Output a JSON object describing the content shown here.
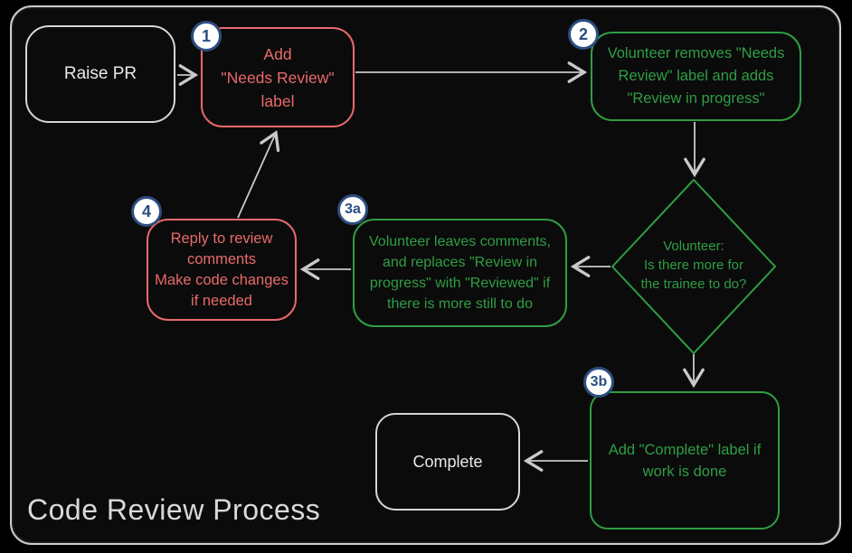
{
  "title": "Code Review Process",
  "colors": {
    "red_accent": "#e96a6b",
    "green_accent": "#2f9e44",
    "badge_blue": "#2c4e80",
    "wire_gray": "#c9c9c9",
    "frame_silver": "#c9cdd1",
    "text_white": "#e9e9e9",
    "background": "#0b0b0b"
  },
  "nodes": {
    "raise_pr": {
      "label": "Raise PR"
    },
    "step1": {
      "badge": "1",
      "lines": [
        "Add",
        "\"Needs Review\"",
        "label"
      ]
    },
    "step2": {
      "badge": "2",
      "lines": [
        "Volunteer removes \"Needs",
        "Review\" label and adds",
        "\"Review in progress\""
      ]
    },
    "decision": {
      "lines": [
        "Volunteer:",
        "Is there more for",
        "the trainee to do?"
      ]
    },
    "step3a": {
      "badge": "3a",
      "lines": [
        "Volunteer leaves comments,",
        "and replaces \"Review in",
        "progress\" with \"Reviewed\" if",
        "there is more still to do"
      ]
    },
    "step4": {
      "badge": "4",
      "lines": [
        "Reply to review",
        "comments",
        "Make code changes",
        "if needed"
      ]
    },
    "step3b": {
      "badge": "3b",
      "lines": [
        "Add \"Complete\" label if",
        "work is done"
      ]
    },
    "complete": {
      "label": "Complete"
    }
  }
}
